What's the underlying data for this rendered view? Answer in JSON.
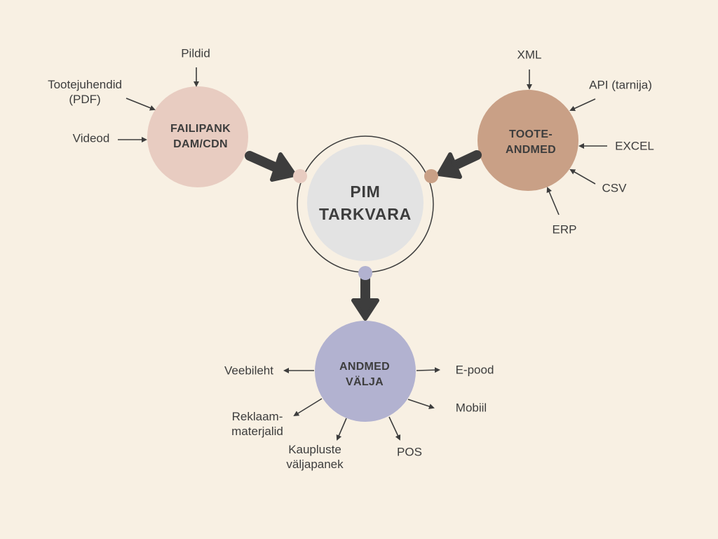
{
  "colors": {
    "background": "#f8f0e3",
    "failipank": "#e8ccc1",
    "tooteandmed": "#c9a086",
    "pim_inner": "#e3e3e3",
    "andmed_valja": "#b2b2d0",
    "arrow": "#3d3d3d",
    "text": "#3d3d3d"
  },
  "nodes": {
    "failipank": {
      "line1": "FAILIPANK",
      "line2": "DAM/CDN"
    },
    "tooteandmed": {
      "line1": "TOOTE-",
      "line2": "ANDMED"
    },
    "pim": {
      "line1": "PIM",
      "line2": "TARKVARA"
    },
    "andmed_valja": {
      "line1": "ANDMED",
      "line2": "VÄLJA"
    }
  },
  "failipank_inputs": {
    "pildid": "Pildid",
    "tootejuhendid_1": "Tootejuhendid",
    "tootejuhendid_2": "(PDF)",
    "videod": "Videod"
  },
  "tooteandmed_inputs": {
    "xml": "XML",
    "api": "API (tarnija)",
    "excel": "EXCEL",
    "csv": "CSV",
    "erp": "ERP"
  },
  "outputs": {
    "veebileht": "Veebileht",
    "epood": "E-pood",
    "mobiil": "Mobiil",
    "reklaam_1": "Reklaam-",
    "reklaam_2": "materjalid",
    "kauplused_1": "Kaupluste",
    "kauplused_2": "väljapanek",
    "pos": "POS"
  }
}
